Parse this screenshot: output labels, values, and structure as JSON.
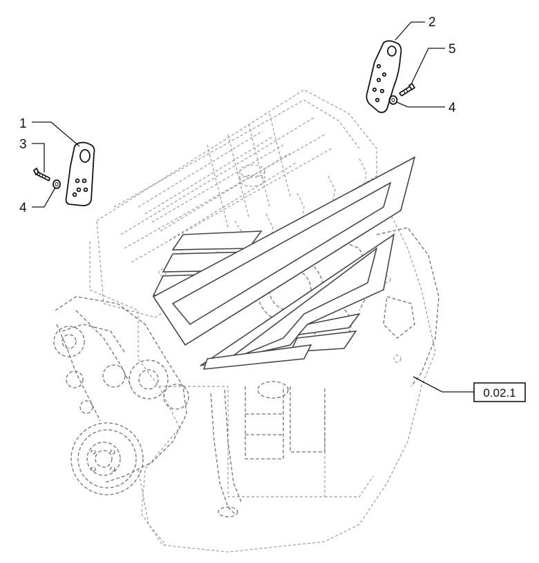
{
  "callouts": {
    "c1": "1",
    "c2": "2",
    "c3": "3",
    "c4_left": "4",
    "c4_right": "4",
    "c5": "5"
  },
  "reference": {
    "label": "0.02.1"
  }
}
